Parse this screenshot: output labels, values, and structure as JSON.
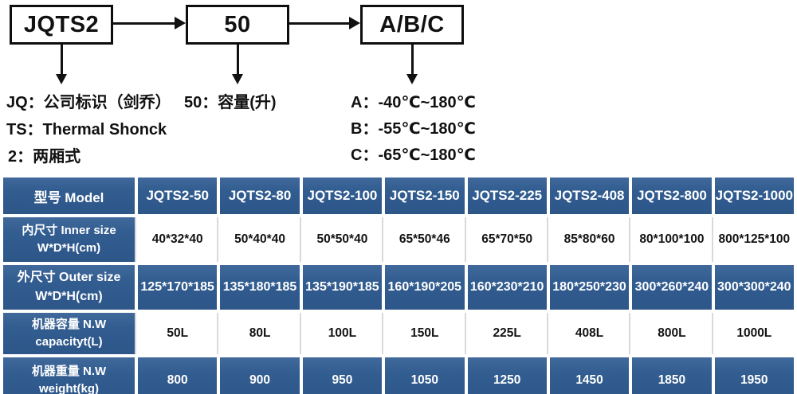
{
  "colors": {
    "table_blue": "#2d5689",
    "table_blue_light": "#41699b",
    "divider_gray": "#d9d9d9",
    "text_dark": "#111111"
  },
  "diagram": {
    "boxes": [
      "JQTS2",
      "50",
      "A/B/C"
    ],
    "notes": {
      "jq": "JQ：公司标识（剑乔）",
      "ts": "TS：Thermal Shonck",
      "two": "2：两厢式",
      "capacity": "50：容量(升)",
      "a": "A：-40℃~180℃",
      "b": "B：-55℃~180℃",
      "c": "C：-65℃~180℃"
    }
  },
  "table": {
    "header": [
      "型号 Model",
      "JQTS2-50",
      "JQTS2-80",
      "JQTS2-100",
      "JQTS2-150",
      "JQTS2-225",
      "JQTS2-408",
      "JQTS2-800",
      "JQTS2-1000"
    ],
    "rows": [
      {
        "label1": "内尺寸 Inner size",
        "label2": "W*D*H(cm)",
        "values": [
          "40*32*40",
          "50*40*40",
          "50*50*40",
          "65*50*46",
          "65*70*50",
          "85*80*60",
          "80*100*100",
          "800*125*100"
        ]
      },
      {
        "label1": "外尺寸 Outer size",
        "label2": "W*D*H(cm)",
        "values": [
          "125*170*185",
          "135*180*185",
          "135*190*185",
          "160*190*205",
          "160*230*210",
          "180*250*230",
          "300*260*240",
          "300*300*240"
        ]
      },
      {
        "label1": "机器容量 N.W",
        "label2": "capacityt(L)",
        "values": [
          "50L",
          "80L",
          "100L",
          "150L",
          "225L",
          "408L",
          "800L",
          "1000L"
        ]
      },
      {
        "label1": "机器重量 N.W",
        "label2": "weight(kg)",
        "values": [
          "800",
          "900",
          "950",
          "1050",
          "1250",
          "1450",
          "1850",
          "1950"
        ]
      }
    ]
  }
}
